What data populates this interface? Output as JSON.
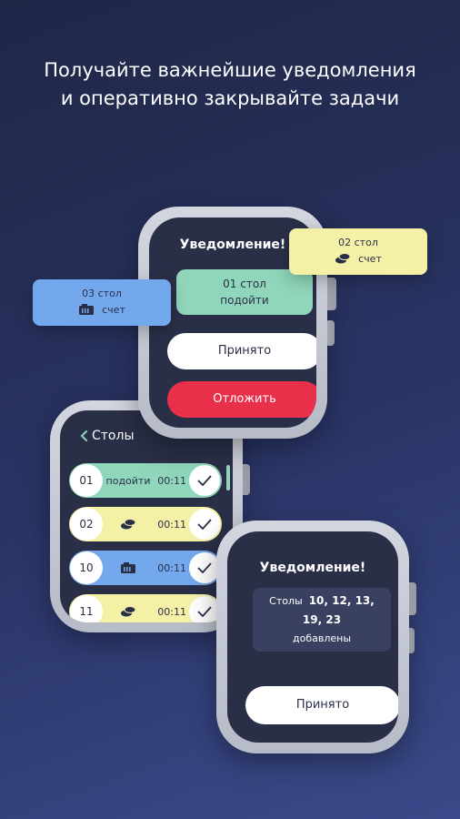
{
  "headline": {
    "line1": "Получайте важнейшие уведомления",
    "line2": "и оперативно закрывайте задачи"
  },
  "colors": {
    "green": "#8fd6bb",
    "yellow": "#f4f0a6",
    "blue": "#74a8ec",
    "red": "#e8304a",
    "screen": "#2a2f48"
  },
  "watch1": {
    "title": "Уведомление!",
    "card_line1": "01 стол",
    "card_line2": "подойти",
    "accept_label": "Принято",
    "postpone_label": "Отложить"
  },
  "bubble_yellow": {
    "title": "02 стол",
    "icon": "coins-icon",
    "label": "счет"
  },
  "bubble_blue": {
    "title": "03 стол",
    "icon": "card-terminal-icon",
    "label": "счет"
  },
  "watch2": {
    "header": "Столы",
    "rows": [
      {
        "num": "01",
        "mid": "подойти",
        "time": "00:11",
        "color": "green"
      },
      {
        "num": "02",
        "mid": "coins-icon",
        "time": "00:11",
        "color": "yellow"
      },
      {
        "num": "10",
        "mid": "card-terminal-icon",
        "time": "00:11",
        "color": "blue"
      },
      {
        "num": "11",
        "mid": "coins-icon",
        "time": "00:11",
        "color": "yellow"
      }
    ]
  },
  "watch3": {
    "title": "Уведомление!",
    "prefix": "Столы",
    "tables_line1": "10, 12, 13,",
    "tables_line2": "19, 23",
    "suffix": "добавлены",
    "accept_label": "Принято"
  }
}
